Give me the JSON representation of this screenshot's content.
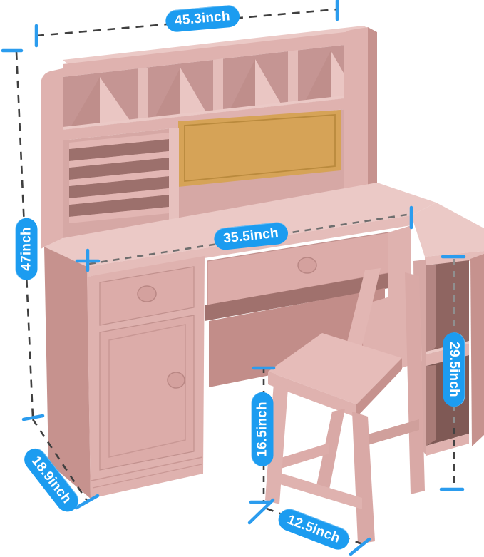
{
  "annotations": {
    "hutch_width": "45.3inch",
    "overall_height": "47inch",
    "desktop_width": "35.5inch",
    "desk_depth": "18.9inch",
    "bookcase_height": "29.5inch",
    "chair_seat_height": "16.5inch",
    "chair_seat_width": "12.5inch"
  },
  "colors": {
    "annotation_blue": "#1C9CF0",
    "tick_blue": "#2B9CEE",
    "dimension_line_dark": "#3F3F3F",
    "furniture_pink_front": "#DFB2AF",
    "furniture_pink_top": "#EBC9C6",
    "furniture_pink_side": "#C6928E",
    "corkboard_tan": "#D6A357",
    "background": "#FFFFFF"
  }
}
